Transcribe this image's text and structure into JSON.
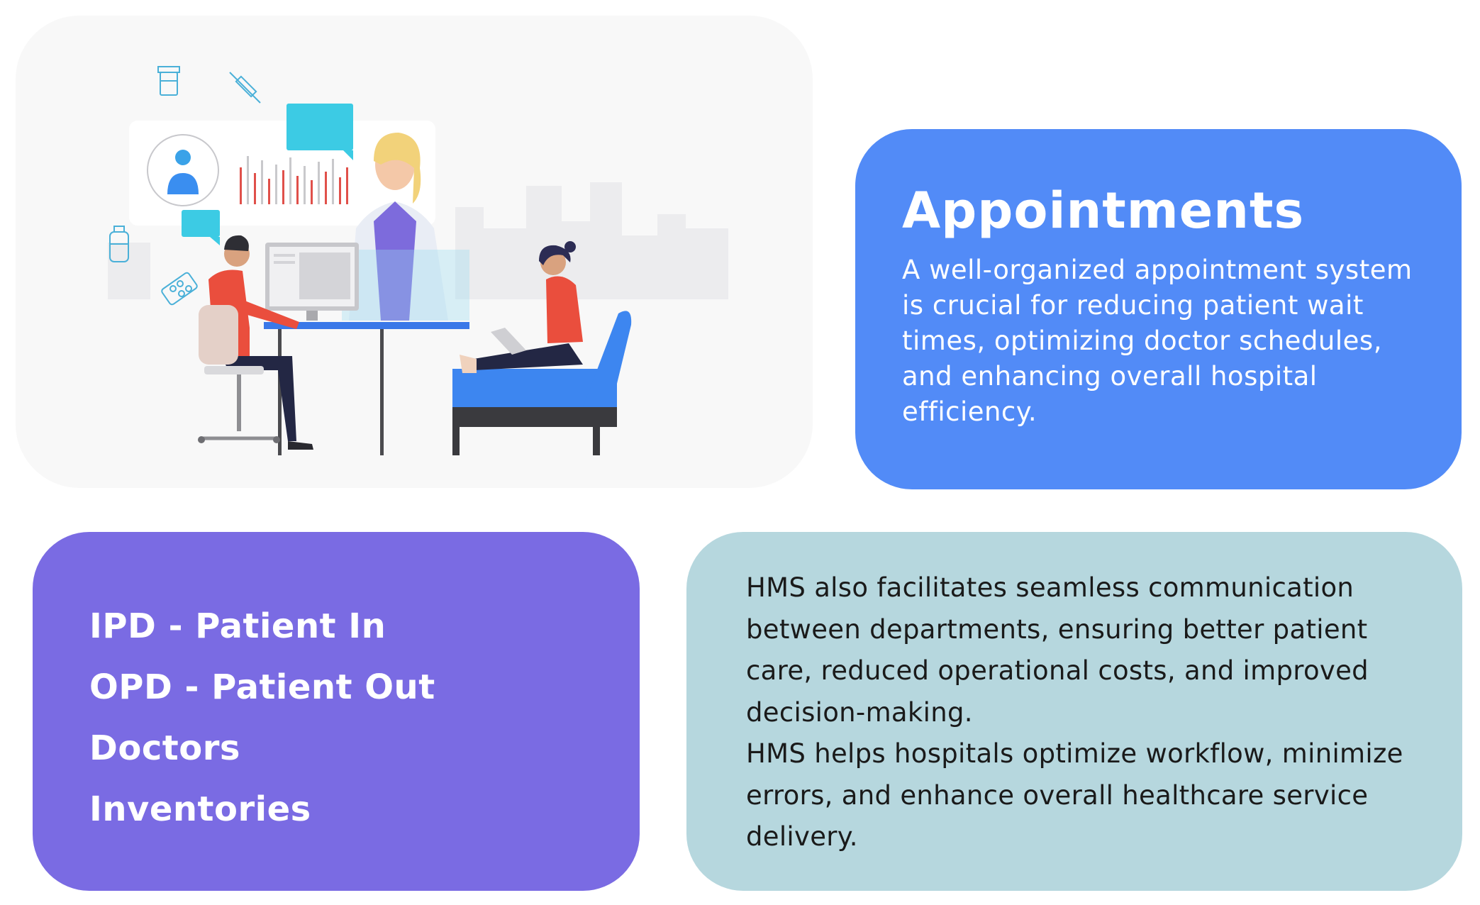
{
  "appointments": {
    "title": "Appointments",
    "description": "A well-organized appointment system is crucial for reducing patient wait times, optimizing doctor schedules, and enhancing overall hospital efficiency."
  },
  "modules": {
    "items": [
      {
        "label": "IPD - Patient In"
      },
      {
        "label": "OPD - Patient Out"
      },
      {
        "label": "Doctors"
      },
      {
        "label": "Inventories"
      }
    ]
  },
  "hms": {
    "paragraph_1": "HMS also facilitates seamless communication between departments, ensuring better patient care, reduced operational costs, and improved decision-making.",
    "paragraph_2": "HMS helps hospitals optimize workflow, minimize errors, and enhance overall healthcare service delivery."
  },
  "colors": {
    "appointments_card": "#528bf7",
    "modules_card": "#7a6be3",
    "hms_card": "#b6d7de",
    "illustration_card": "#f8f8f8"
  },
  "illustration": {
    "icons": [
      "medicine-jar-icon",
      "syringe-icon",
      "pill-bottle-icon",
      "pill-blister-icon",
      "user-profile-icon",
      "chat-bubble-icon"
    ],
    "scene": "telemedicine-consultation"
  }
}
